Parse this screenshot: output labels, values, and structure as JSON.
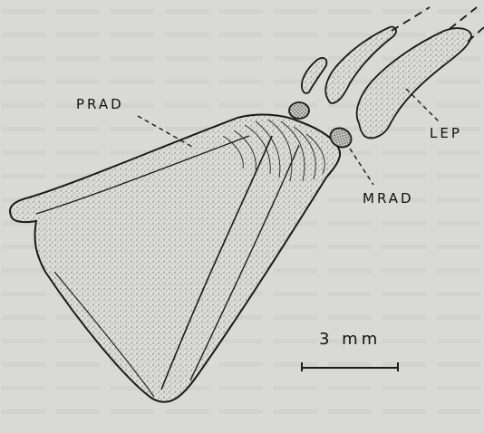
{
  "labels": {
    "prad": "PRAD",
    "lep": "LEP",
    "mrad": "MRAD",
    "scale": "3 mm"
  },
  "icons": {
    "propterygium": "bone-plate-icon",
    "radials": "cartilage-nodule-icon",
    "rays": "fin-ray-icon"
  },
  "colors": {
    "background": "#d9d9d6",
    "ink": "#1a1a1a",
    "stipple": "#8f8f8c"
  }
}
